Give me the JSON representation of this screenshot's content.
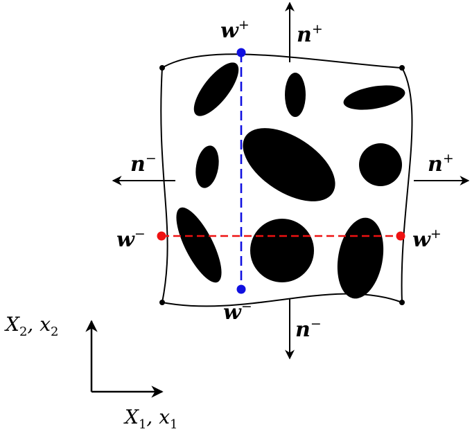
{
  "labels": {
    "w_top": {
      "base": "w",
      "sup": "+"
    },
    "w_bottom": {
      "base": "w",
      "sup": "−"
    },
    "w_left": {
      "base": "w",
      "sup": "−"
    },
    "w_right": {
      "base": "w",
      "sup": "+"
    },
    "n_top": {
      "base": "n",
      "sup": "+"
    },
    "n_bottom": {
      "base": "n",
      "sup": "−"
    },
    "n_left": {
      "base": "n",
      "sup": "−"
    },
    "n_right": {
      "base": "n",
      "sup": "+"
    }
  },
  "axes": {
    "vertical": {
      "name": "X",
      "sub": "2",
      "sep": ", ",
      "name2": "x",
      "sub2": "2"
    },
    "horizontal": {
      "name": "X",
      "sub": "1",
      "sep": ", ",
      "name2": "x",
      "sub2": "1"
    }
  },
  "colors": {
    "vertical_line": "#1010e0",
    "horizontal_line": "#ee1111",
    "inclusion": "#000000",
    "boundary": "#000000"
  }
}
